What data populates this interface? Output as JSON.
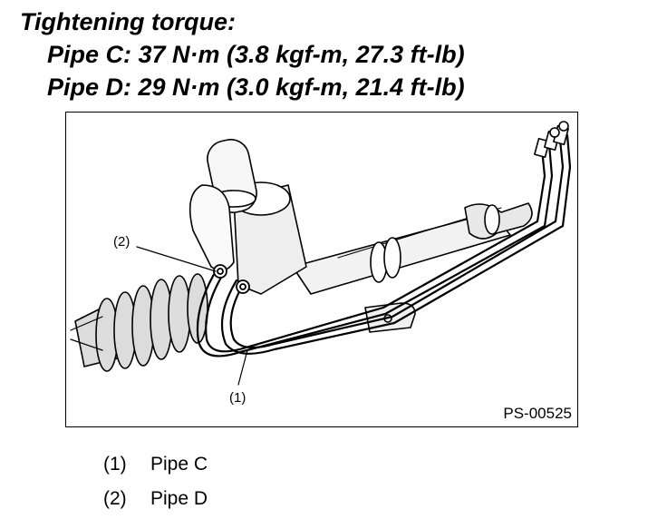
{
  "header": {
    "title": "Tightening torque:",
    "lines": [
      "Pipe C: 37 N·m (3.8 kgf-m, 27.3 ft-lb)",
      "Pipe D: 29 N·m (3.0 kgf-m, 21.4 ft-lb)"
    ]
  },
  "figure": {
    "code": "PS-00525",
    "callouts": {
      "c2": "(2)",
      "c1": "(1)"
    }
  },
  "legend": [
    {
      "num": "(1)",
      "label": "Pipe C"
    },
    {
      "num": "(2)",
      "label": "Pipe D"
    }
  ]
}
